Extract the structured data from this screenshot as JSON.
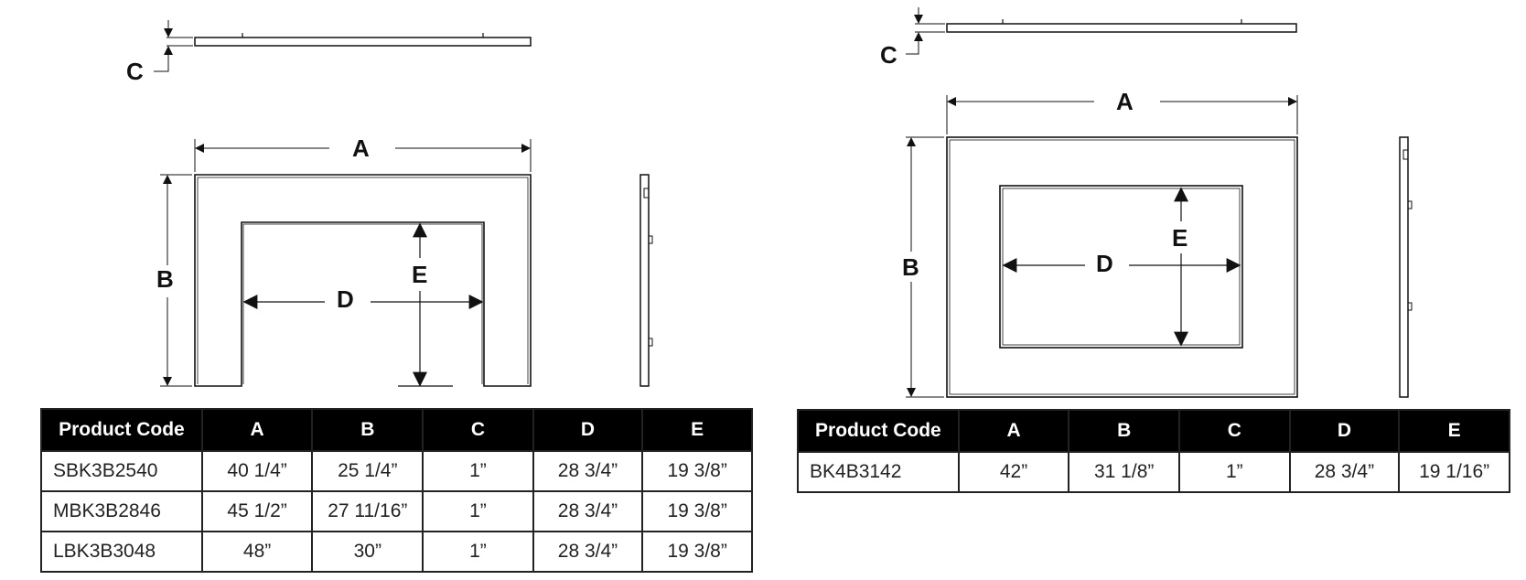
{
  "labels": {
    "left": {
      "a": "A",
      "b": "B",
      "c": "C",
      "d": "D",
      "e": "E"
    },
    "right": {
      "a": "A",
      "b": "B",
      "c": "C",
      "d": "D",
      "e": "E"
    }
  },
  "table1": {
    "headers": [
      "Product Code",
      "A",
      "B",
      "C",
      "D",
      "E"
    ],
    "rows": [
      [
        "SBK3B2540",
        "40 1/4”",
        "25  1/4”",
        "1”",
        "28 3/4”",
        "19 3/8”"
      ],
      [
        "MBK3B2846",
        "45 1/2”",
        "27 11/16”",
        "1”",
        "28 3/4”",
        "19 3/8”"
      ],
      [
        "LBK3B3048",
        "48”",
        "30”",
        "1”",
        "28 3/4”",
        "19 3/8”"
      ]
    ]
  },
  "table2": {
    "headers": [
      "Product Code",
      "A",
      "B",
      "C",
      "D",
      "E"
    ],
    "rows": [
      [
        "BK4B3142",
        "42”",
        "31 1/8”",
        "1”",
        "28 3/4”",
        "19 1/16”"
      ]
    ]
  }
}
